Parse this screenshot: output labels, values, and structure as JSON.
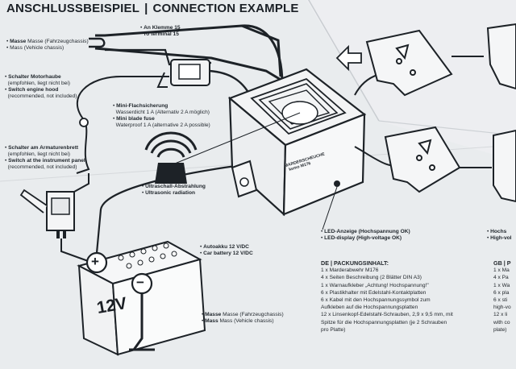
{
  "title": {
    "de": "ANSCHLUSSBEISPIEL",
    "sep": "|",
    "en": "CONNECTION EXAMPLE"
  },
  "labels": {
    "klemme15_de": "An Klemme 15",
    "klemme15_en": "To terminal 15",
    "masse_top_de": "Masse (Fahrzeugchassis)",
    "masse_top_en": "Mass (Vehicle chassis)",
    "motorhaube_de": "Schalter Motorhaube",
    "motorhaube_de2": "(empfohlen, liegt nicht bei)",
    "motorhaube_en": "Switch engine hood",
    "motorhaube_en2": "(recommended, not included)",
    "fuse_de": "Mini-Flachsicherung",
    "fuse_de2": "Wasserdicht 1 A (Alternativ 2 A möglich)",
    "fuse_en": "Mini blade fuse",
    "fuse_en2": "Waterproof 1 A (alternative 2 A possible)",
    "dash_de": "Schalter am Armaturenbrett",
    "dash_de2": "(empfohlen, liegt nicht bei)",
    "dash_en": "Switch at the instrument panel",
    "dash_en2": "(recommended, not included)",
    "ultra_de": "Ultraschall-Abstrahlung",
    "ultra_en": "Ultrasonic radiation",
    "battery_de": "Autoakku 12 V/DC",
    "battery_en": "Car battery 12 V/DC",
    "masse_bottom_de": "Masse (Fahrzeugchassis)",
    "masse_bottom_en": "Mass (Vehicle chassis)",
    "led_de": "LED-Anzeige (Hochspannung OK)",
    "led_en": "LED-display (High-voltage OK)",
    "hochs_partial": "Hochs",
    "highvol_partial": "High-vol"
  },
  "battery": {
    "voltage": "12V",
    "plus": "+",
    "minus": "−"
  },
  "module": {
    "line1": "MARDERSCHEUCHE",
    "line2": "kemo M176"
  },
  "packing": {
    "heading": "DE | PACKUNGSINHALT:",
    "items": [
      "1 x Marderabwehr M176",
      "4 x Seiten Beschreibung (2 Blätter DIN A3)",
      "1 x Warnaufkleber „Achtung! Hochspannung!\"",
      "6 x Plastikhalter mit Edelstahl-Kontaktplatten",
      "6 x Kabel mit den Hochspannungssymbol zum",
      "Aufkleben auf die Hochspannungsplatten",
      "12 x Linsenkopf-Edelstahl-Schrauben, 2,9 x 9,5 mm, mit",
      "Spitze für die Hochspannungsplatten (je 2 Schrauben",
      "pro Platte)"
    ]
  },
  "packing_gb": {
    "heading": "GB | P",
    "items": [
      "1 x Ma",
      "4 x Pa",
      "1 x Wa",
      "6 x pla",
      "6 x sti",
      "high-vo",
      "12 x li",
      "with co",
      "plate)"
    ]
  },
  "colors": {
    "paper": "#e9ecee",
    "ink": "#1d2227",
    "fold": "#c8ccd0"
  }
}
